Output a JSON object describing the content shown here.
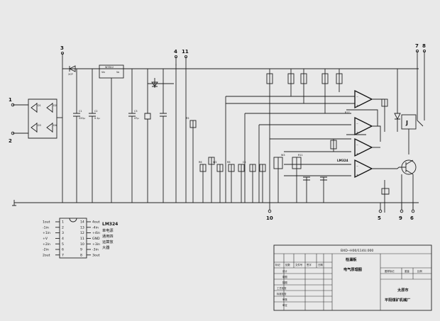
{
  "terminals": {
    "t1": "1",
    "t2": "2",
    "t3": "3",
    "t4": "4",
    "t11": "11",
    "t7": "7",
    "t8": "8",
    "t10": "10",
    "t5": "5",
    "t9": "9",
    "t6": "6"
  },
  "ic": {
    "name": "LM324",
    "desc_lines": [
      "单电源",
      "通用四",
      "运算放",
      "大器"
    ],
    "left_pins": [
      {
        "label": "1out",
        "num": "1"
      },
      {
        "label": "-1in",
        "num": "2"
      },
      {
        "label": "+1in",
        "num": "3"
      },
      {
        "label": "+V",
        "num": "4"
      },
      {
        "label": "+2in",
        "num": "5"
      },
      {
        "label": "-2in",
        "num": "6"
      },
      {
        "label": "2out",
        "num": "7"
      }
    ],
    "right_pins": [
      {
        "label": "4out",
        "num": "14"
      },
      {
        "label": "-4in",
        "num": "13"
      },
      {
        "label": "+4in",
        "num": "12"
      },
      {
        "label": "GND",
        "num": "11"
      },
      {
        "label": "+3in",
        "num": "10"
      },
      {
        "label": "-3in",
        "num": "9"
      },
      {
        "label": "3out",
        "num": "8"
      }
    ]
  },
  "schematic": {
    "opamp_label": "LM324",
    "relay_label": "J"
  },
  "title_block": {
    "drawing_no": "BXD--H00/114U.000",
    "title_line1": "检漏板",
    "title_line2": "电气原理图",
    "header": [
      "标记",
      "处数",
      "文件号",
      "签字",
      "日期"
    ],
    "roles": [
      "设计",
      "制图",
      "描图",
      "工艺检查",
      "标准检查",
      "审核",
      "审定"
    ],
    "right_header": [
      "图样标记",
      "重量",
      "比例"
    ],
    "company_line1": "太原市",
    "company_line2": "平阳煤矿机械厂"
  }
}
